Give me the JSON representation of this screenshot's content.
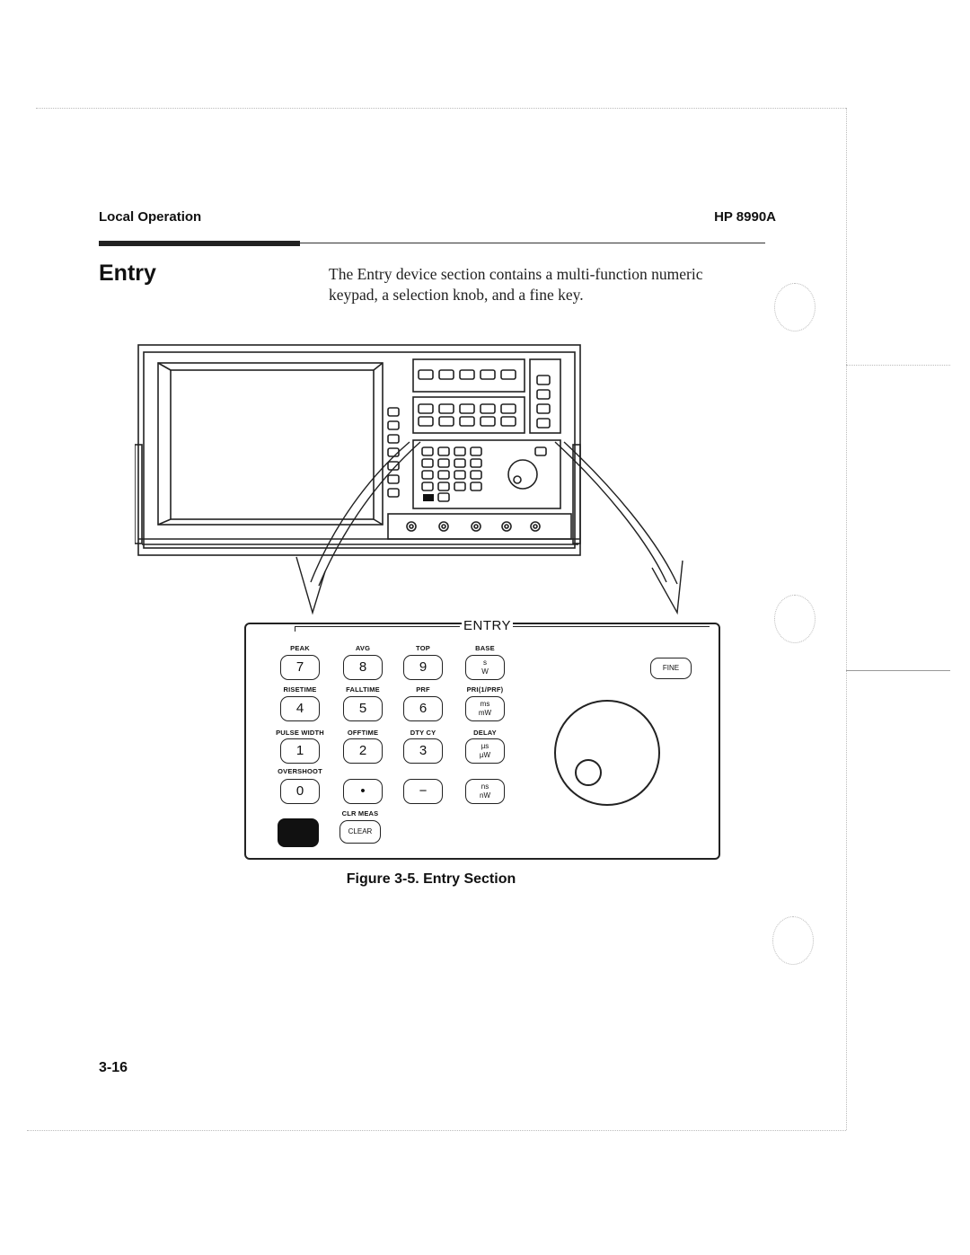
{
  "header": {
    "section_name": "Local Operation",
    "model": "HP 8990A"
  },
  "section": {
    "title": "Entry",
    "body": "The Entry device section contains a multi-function numeric keypad, a selection knob, and a fine key."
  },
  "figure": {
    "panel_title": "ENTRY",
    "caption": "Figure 3-5. Entry Section",
    "keys": [
      {
        "label": "PEAK",
        "key": "7"
      },
      {
        "label": "AVG",
        "key": "8"
      },
      {
        "label": "TOP",
        "key": "9"
      },
      {
        "label": "BASE",
        "key_top": "s",
        "key_bottom": "W"
      },
      {
        "label": "RISETIME",
        "key": "4"
      },
      {
        "label": "FALLTIME",
        "key": "5"
      },
      {
        "label": "PRF",
        "key": "6"
      },
      {
        "label": "PRI(1/PRF)",
        "key_top": "ms",
        "key_bottom": "mW"
      },
      {
        "label": "PULSE WIDTH",
        "key": "1"
      },
      {
        "label": "OFFTIME",
        "key": "2"
      },
      {
        "label": "DTY CY",
        "key": "3"
      },
      {
        "label": "DELAY",
        "key_top": "µs",
        "key_bottom": "µW"
      },
      {
        "label": "OVERSHOOT",
        "key": "0"
      },
      {
        "label": "",
        "key": "•"
      },
      {
        "label": "",
        "key": "−"
      },
      {
        "label": "",
        "key_top": "ns",
        "key_bottom": "nW"
      },
      {
        "label": "CLR MEAS",
        "key": "CLEAR"
      }
    ],
    "fine_key": "FINE"
  },
  "footer": {
    "page_number": "3-16"
  }
}
